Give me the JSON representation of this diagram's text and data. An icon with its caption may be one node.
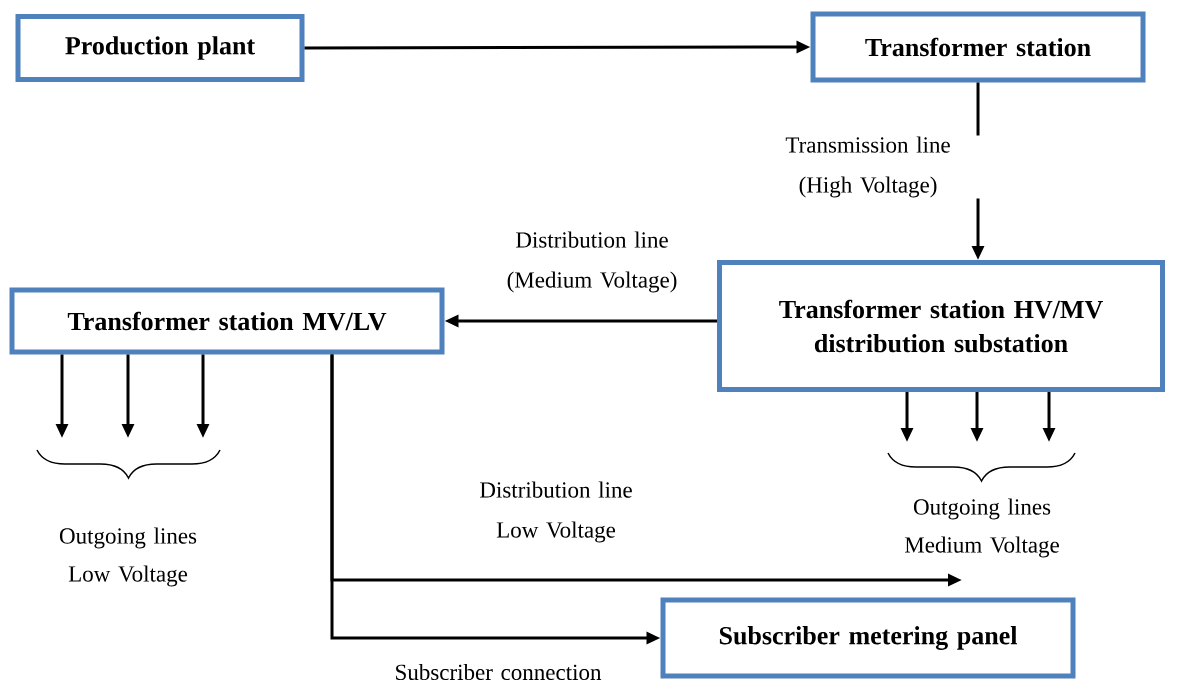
{
  "diagram": {
    "nodes": [
      {
        "text": [
          "Production plant"
        ]
      },
      {
        "text": [
          "Transformer station"
        ]
      },
      {
        "text": [
          "Transformer station HV/MV distribution substation"
        ]
      },
      {
        "text": [
          "Transformer station MV/LV"
        ]
      },
      {
        "text": [
          "Subscriber metering panel"
        ]
      }
    ],
    "edges": [
      {
        "from": 0,
        "to": 1,
        "arrow": "to"
      },
      {
        "from": 1,
        "to": 2,
        "arrow": "to",
        "label": "Transmission line (High Voltage)"
      },
      {
        "from": 2,
        "to": 3,
        "arrow": "to",
        "label": "Distribution line (Medium Voltage)"
      },
      {
        "from": 3,
        "to": 4,
        "arrow": "to",
        "label": "Subscriber connection"
      },
      {
        "from": 3,
        "to": null,
        "arrow": "to",
        "label": "Distribution line Low Voltage"
      },
      {
        "from": 3,
        "to": null,
        "arrow": "to"
      },
      {
        "from": 3,
        "to": null,
        "arrow": "to"
      },
      {
        "from": 3,
        "to": null,
        "arrow": "to"
      },
      {
        "from": 2,
        "to": null,
        "arrow": "to"
      },
      {
        "from": 2,
        "to": null,
        "arrow": "to"
      },
      {
        "from": 2,
        "to": null,
        "arrow": "to"
      }
    ],
    "labels": [
      "Outgoing lines Low Voltage",
      "Outgoing lines Medium Voltage"
    ]
  }
}
